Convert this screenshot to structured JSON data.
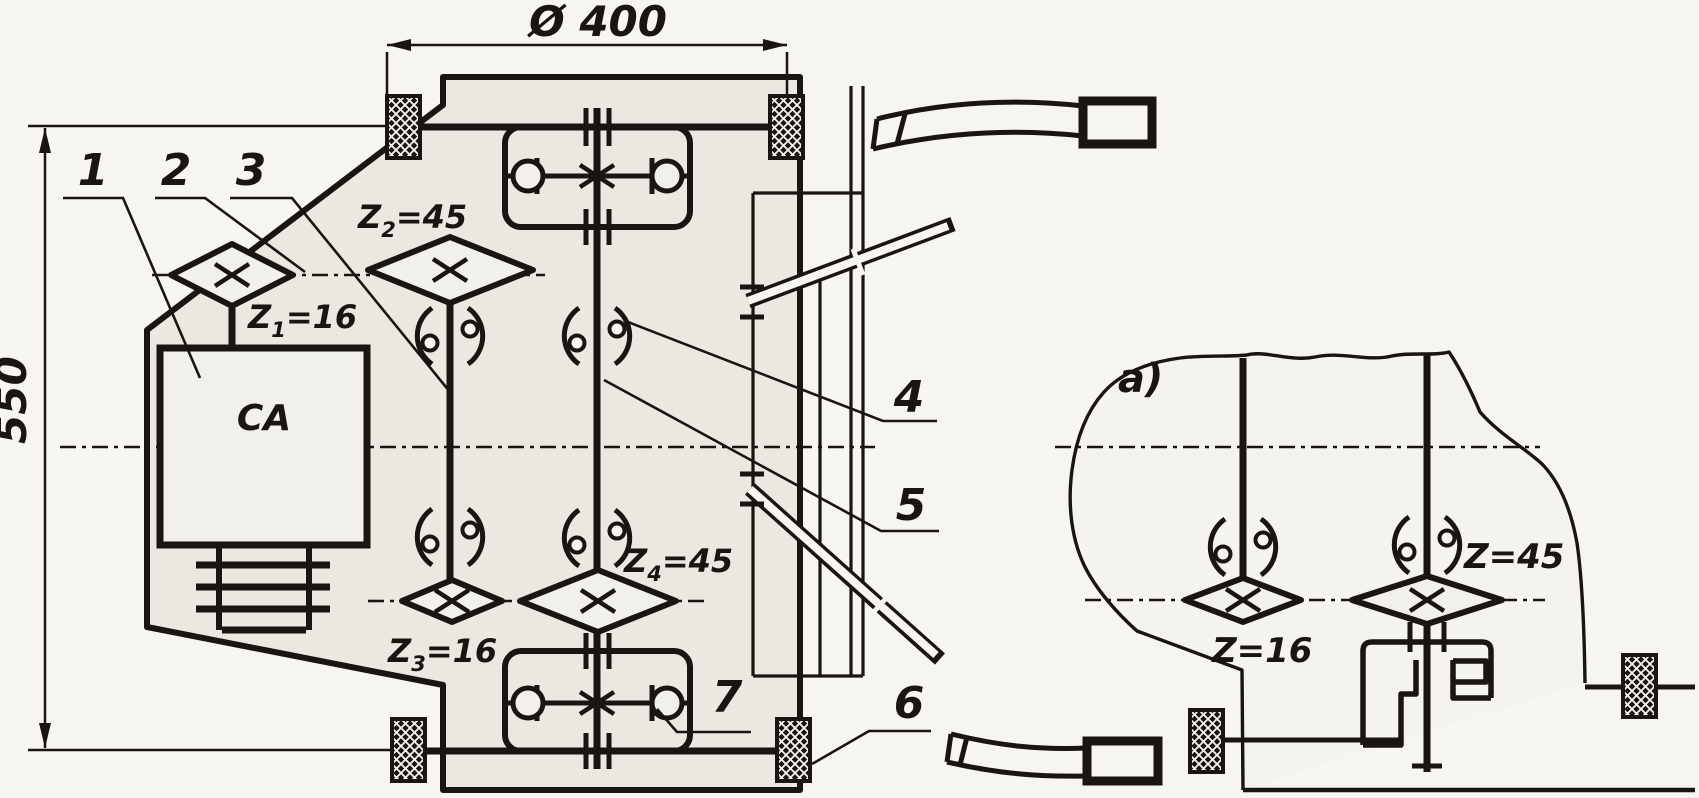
{
  "drawing_type": "kinematic-scheme",
  "dimensions": {
    "width_label": "Ø 400",
    "height_label": "550"
  },
  "callouts": {
    "c1": "1",
    "c2": "2",
    "c3": "3",
    "c4": "4",
    "c5": "5",
    "c6": "6",
    "c7": "7"
  },
  "gear_labels": {
    "z1": {
      "base": "Z",
      "sub": "1",
      "value": "=16"
    },
    "z2": {
      "base": "Z",
      "sub": "2",
      "value": "=45"
    },
    "z3": {
      "base": "Z",
      "sub": "3",
      "value": "=16"
    },
    "z4": {
      "base": "Z",
      "sub": "4",
      "value": "=45"
    }
  },
  "engine_box_label": "CA",
  "detail_view": {
    "label": "a)",
    "gear_small_label": "Z=16",
    "gear_large_label": "Z=45"
  },
  "colors": {
    "ink": "#181512",
    "paper": "#f7f5f0",
    "body_fill": "#ebe8e1"
  }
}
